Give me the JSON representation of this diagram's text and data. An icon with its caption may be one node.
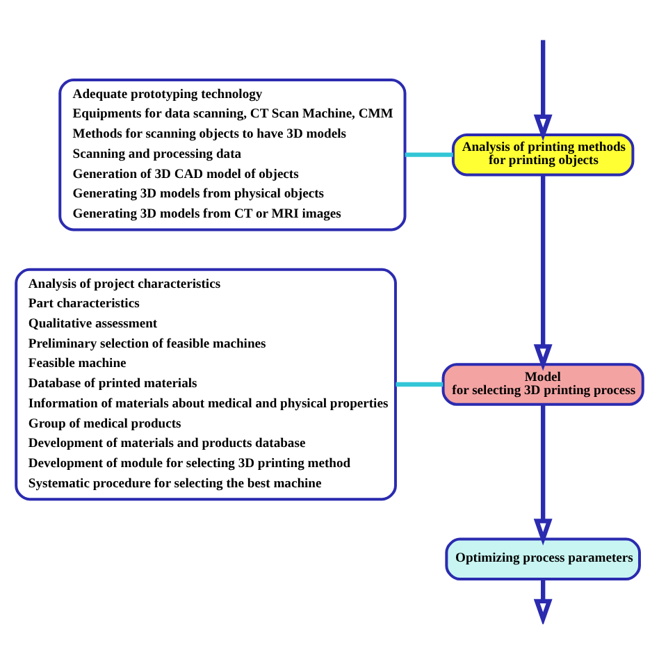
{
  "diagram": {
    "nodes": [
      {
        "text": [
          "Adequate prototyping technology",
          "Equipments for data scanning, CT Scan Machine, CMM",
          "Methods for scanning objects to have 3D models",
          "Scanning and processing data",
          "Generation of 3D CAD model of objects",
          "Generating 3D models from physical objects",
          "Generating 3D models from CT or MRI images"
        ]
      },
      {
        "text": [
          "Analysis of printing methods for printing objects"
        ]
      },
      {
        "text": [
          "Analysis of project characteristics",
          "Part characteristics",
          "Qualitative assessment",
          "Preliminary selection of feasible machines",
          "Feasible machine",
          "Database of printed materials",
          "Information of materials about medical and physical properties",
          "Group of medical products",
          "Development of materials and products database",
          "Development of module for selecting 3D printing method",
          "Systematic procedure for selecting the best machine"
        ]
      },
      {
        "text": [
          "Model for selecting 3D printing process"
        ]
      },
      {
        "text": [
          "Optimizing process parameters"
        ]
      }
    ],
    "edges": [
      {
        "from": null,
        "to": 1,
        "arrow": "to"
      },
      {
        "from": 0,
        "to": 1,
        "arrow": "none",
        "color": "#33c6d6"
      },
      {
        "from": 1,
        "to": 3,
        "arrow": "to"
      },
      {
        "from": 2,
        "to": 3,
        "arrow": "none",
        "color": "#33c6d6"
      },
      {
        "from": 3,
        "to": 4,
        "arrow": "to"
      },
      {
        "from": 4,
        "to": null,
        "arrow": "to"
      }
    ]
  }
}
